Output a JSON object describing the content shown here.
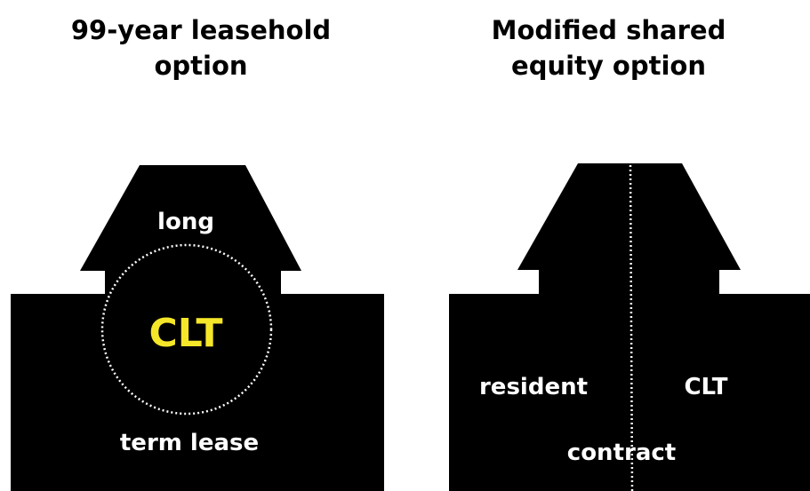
{
  "panels": {
    "left": {
      "title_line1": "99-year leasehold",
      "title_line2": "option",
      "label_top": "long",
      "label_center": "CLT",
      "label_bottom": "term lease"
    },
    "right": {
      "title_line1": "Modified shared",
      "title_line2": "equity option",
      "label_left": "resident",
      "label_right": "CLT",
      "label_bottom": "contract"
    }
  },
  "colors": {
    "background": "#ffffff",
    "house_fill": "#000000",
    "text": "#ffffff",
    "highlight": "#f5e629",
    "dotted_line": "#ffffff"
  }
}
